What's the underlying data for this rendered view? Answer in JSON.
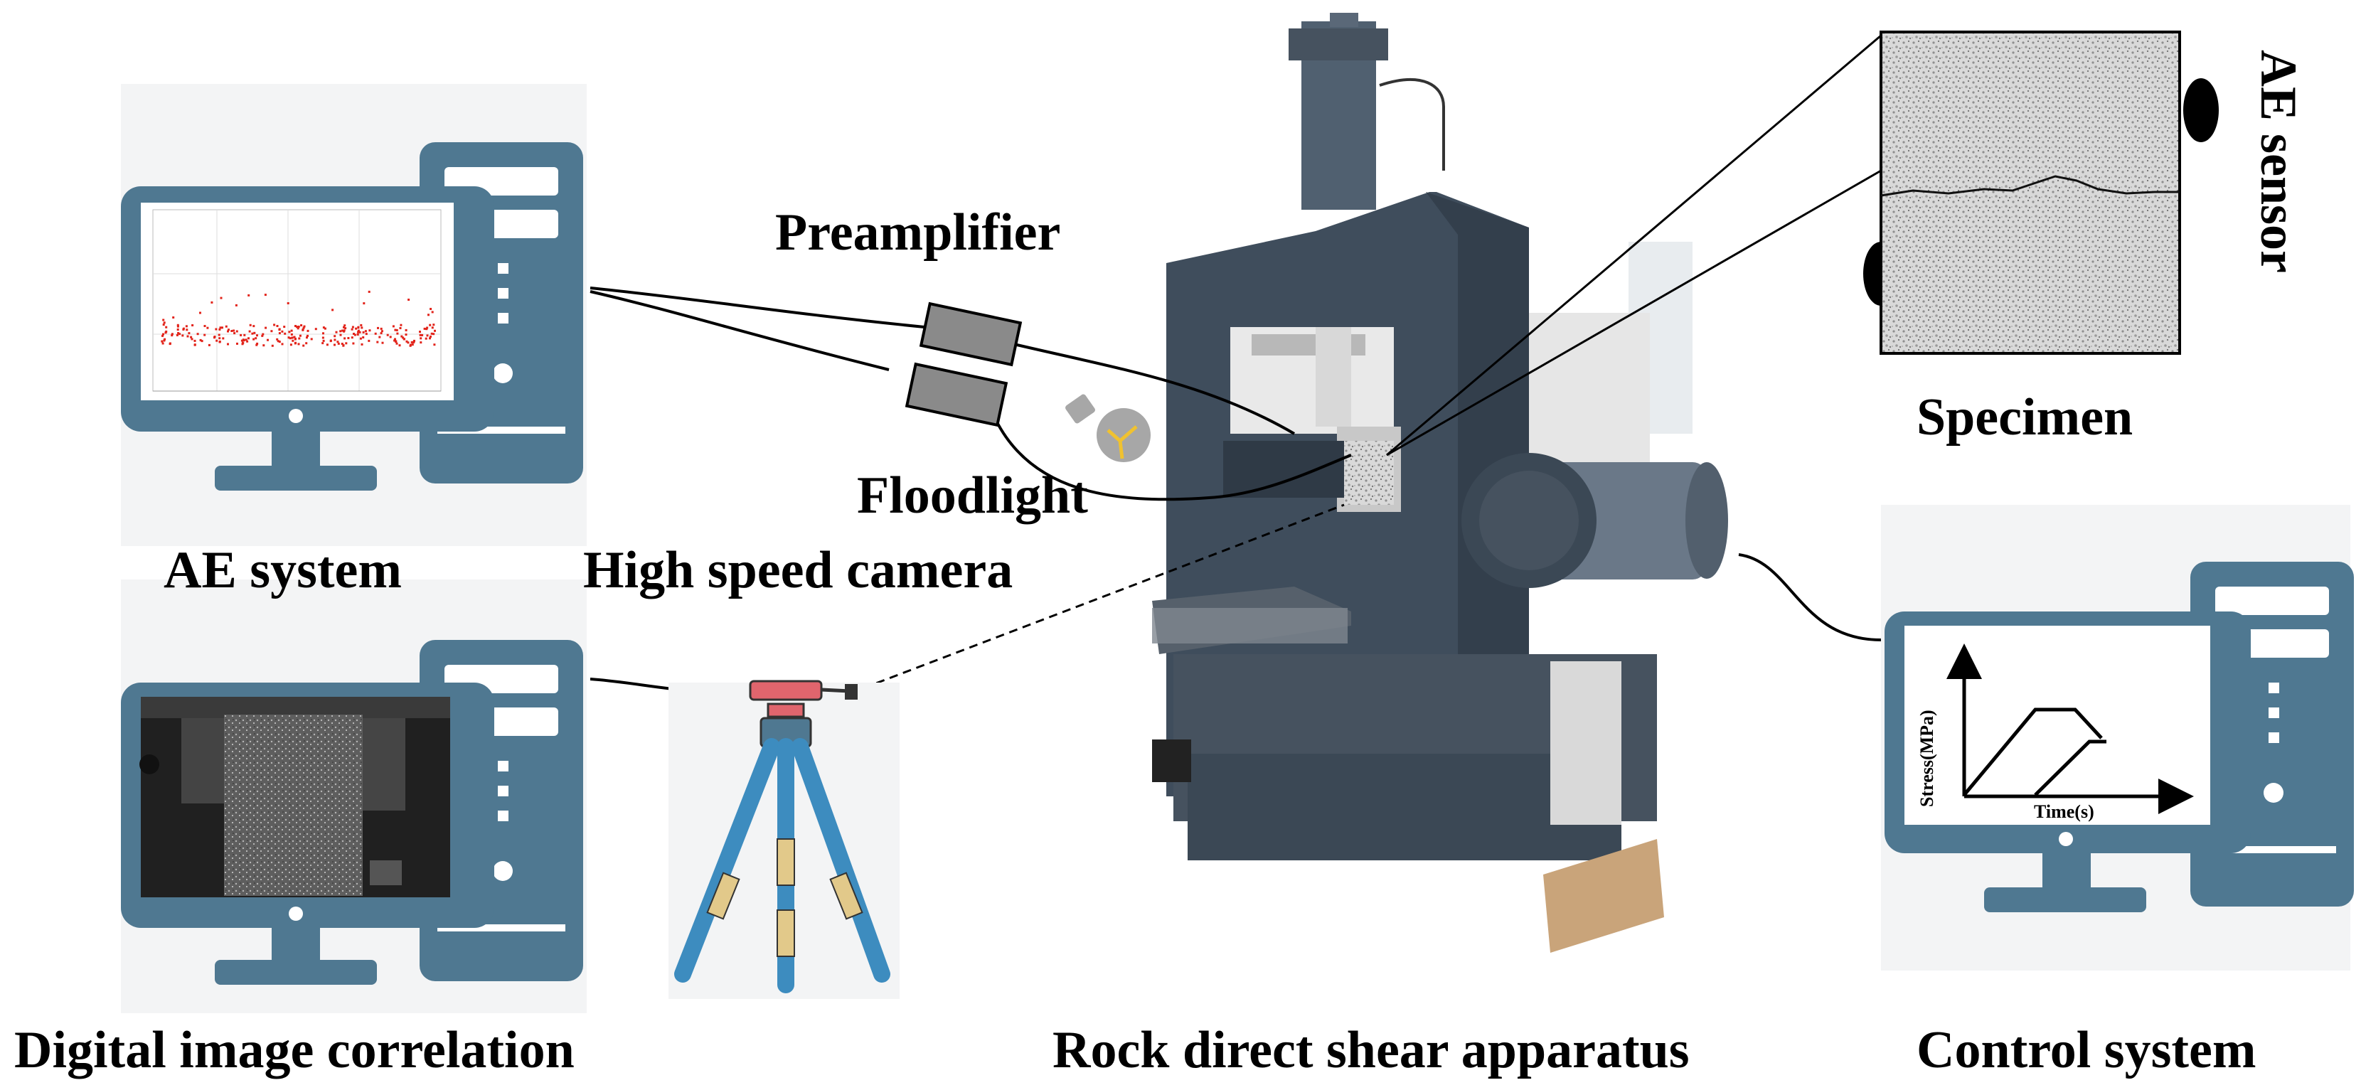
{
  "labels": {
    "ae_system": "AE system",
    "preamplifier": "Preamplifier",
    "floodlight": "Floodlight",
    "high_speed_camera": "High speed camera",
    "dic": "Digital image correlation",
    "apparatus": "Rock direct shear apparatus",
    "control_system": "Control system",
    "specimen": "Specimen",
    "ae_sensor": "AE sensor"
  },
  "control_chart": {
    "ylabel": "Stress(MPa)",
    "xlabel": "Time(s)"
  },
  "colors": {
    "computer": "#4f7891",
    "computer_screen_bg": "#ffffff",
    "panel_bg": "#f3f4f5",
    "machine": "#3f4d5c",
    "tripod_leg": "#3d8cbf",
    "tripod_band": "#e2c98a",
    "tripod_head": "#e0656d",
    "ae_dots": "#e2231a",
    "preamp": "#8a8a8a"
  }
}
